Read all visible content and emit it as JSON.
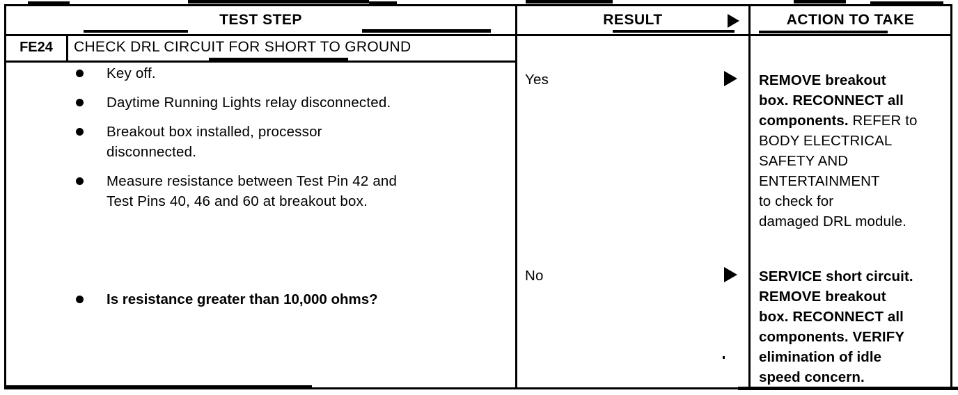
{
  "table": {
    "headers": {
      "test_step": "TEST STEP",
      "result": "RESULT",
      "action_to_take": "ACTION TO TAKE",
      "arrow_icon": "right-triangle-icon"
    },
    "step": {
      "code": "FE24",
      "title": "CHECK DRL CIRCUIT FOR SHORT TO GROUND",
      "bullets": [
        {
          "text": "Key off.",
          "bold": false
        },
        {
          "text": "Daytime Running Lights relay disconnected.",
          "bold": false
        },
        {
          "text": "Breakout box installed, processor\ndisconnected.",
          "bold": false
        },
        {
          "text": "Measure resistance between Test Pin 42 and\nTest Pins 40, 46 and 60 at breakout box.",
          "bold": false
        },
        {
          "text": "Is resistance greater than 10,000 ohms?",
          "bold": true
        }
      ]
    },
    "rows": [
      {
        "result": "Yes",
        "arrow_icon": "right-triangle-icon",
        "action_lines": [
          [
            {
              "t": "REMOVE",
              "bold": true
            },
            {
              "t": " breakout",
              "bold": true
            }
          ],
          [
            {
              "t": "box. RECONNECT all",
              "bold": true
            }
          ],
          [
            {
              "t": "components.",
              "bold": true
            },
            {
              "t": " REFER to",
              "bold": false
            }
          ],
          [
            {
              "t": "BODY ELECTRICAL",
              "bold": false
            }
          ],
          [
            {
              "t": "SAFETY AND",
              "bold": false
            }
          ],
          [
            {
              "t": "ENTERTAINMENT",
              "bold": false
            }
          ],
          [
            {
              "t": "to check for",
              "bold": false
            }
          ],
          [
            {
              "t": "damaged DRL module.",
              "bold": false
            }
          ]
        ]
      },
      {
        "result": "No",
        "arrow_icon": "right-triangle-icon",
        "action_lines": [
          [
            {
              "t": "SERVICE short circuit.",
              "bold": true
            }
          ],
          [
            {
              "t": "REMOVE breakout",
              "bold": true
            }
          ],
          [
            {
              "t": "box. RECONNECT all",
              "bold": true
            }
          ],
          [
            {
              "t": "components. VERIFY",
              "bold": true
            }
          ],
          [
            {
              "t": "elimination of idle",
              "bold": true
            }
          ],
          [
            {
              "t": "speed concern.",
              "bold": true
            }
          ]
        ]
      }
    ]
  },
  "colors": {
    "ink": "#000000",
    "paper": "#ffffff"
  }
}
